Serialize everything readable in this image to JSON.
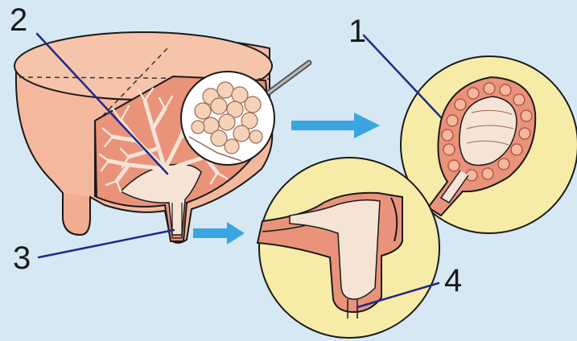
{
  "labels": {
    "n1": "1",
    "n2": "2",
    "n3": "3",
    "n4": "4"
  },
  "colors": {
    "background": "#d6e8f4",
    "tissue_light": "#f3b89e",
    "tissue_mid": "#e8937a",
    "tissue_dark": "#d9735d",
    "duct_pale": "#f5e3d6",
    "inset_circle": "#f7eba8",
    "pointer_line": "#1f2a8a",
    "arrow": "#3aa6e0"
  },
  "icons": {
    "zoom_arrow": "right-arrow-icon",
    "inset_probe": "magnifier-handle-icon"
  }
}
